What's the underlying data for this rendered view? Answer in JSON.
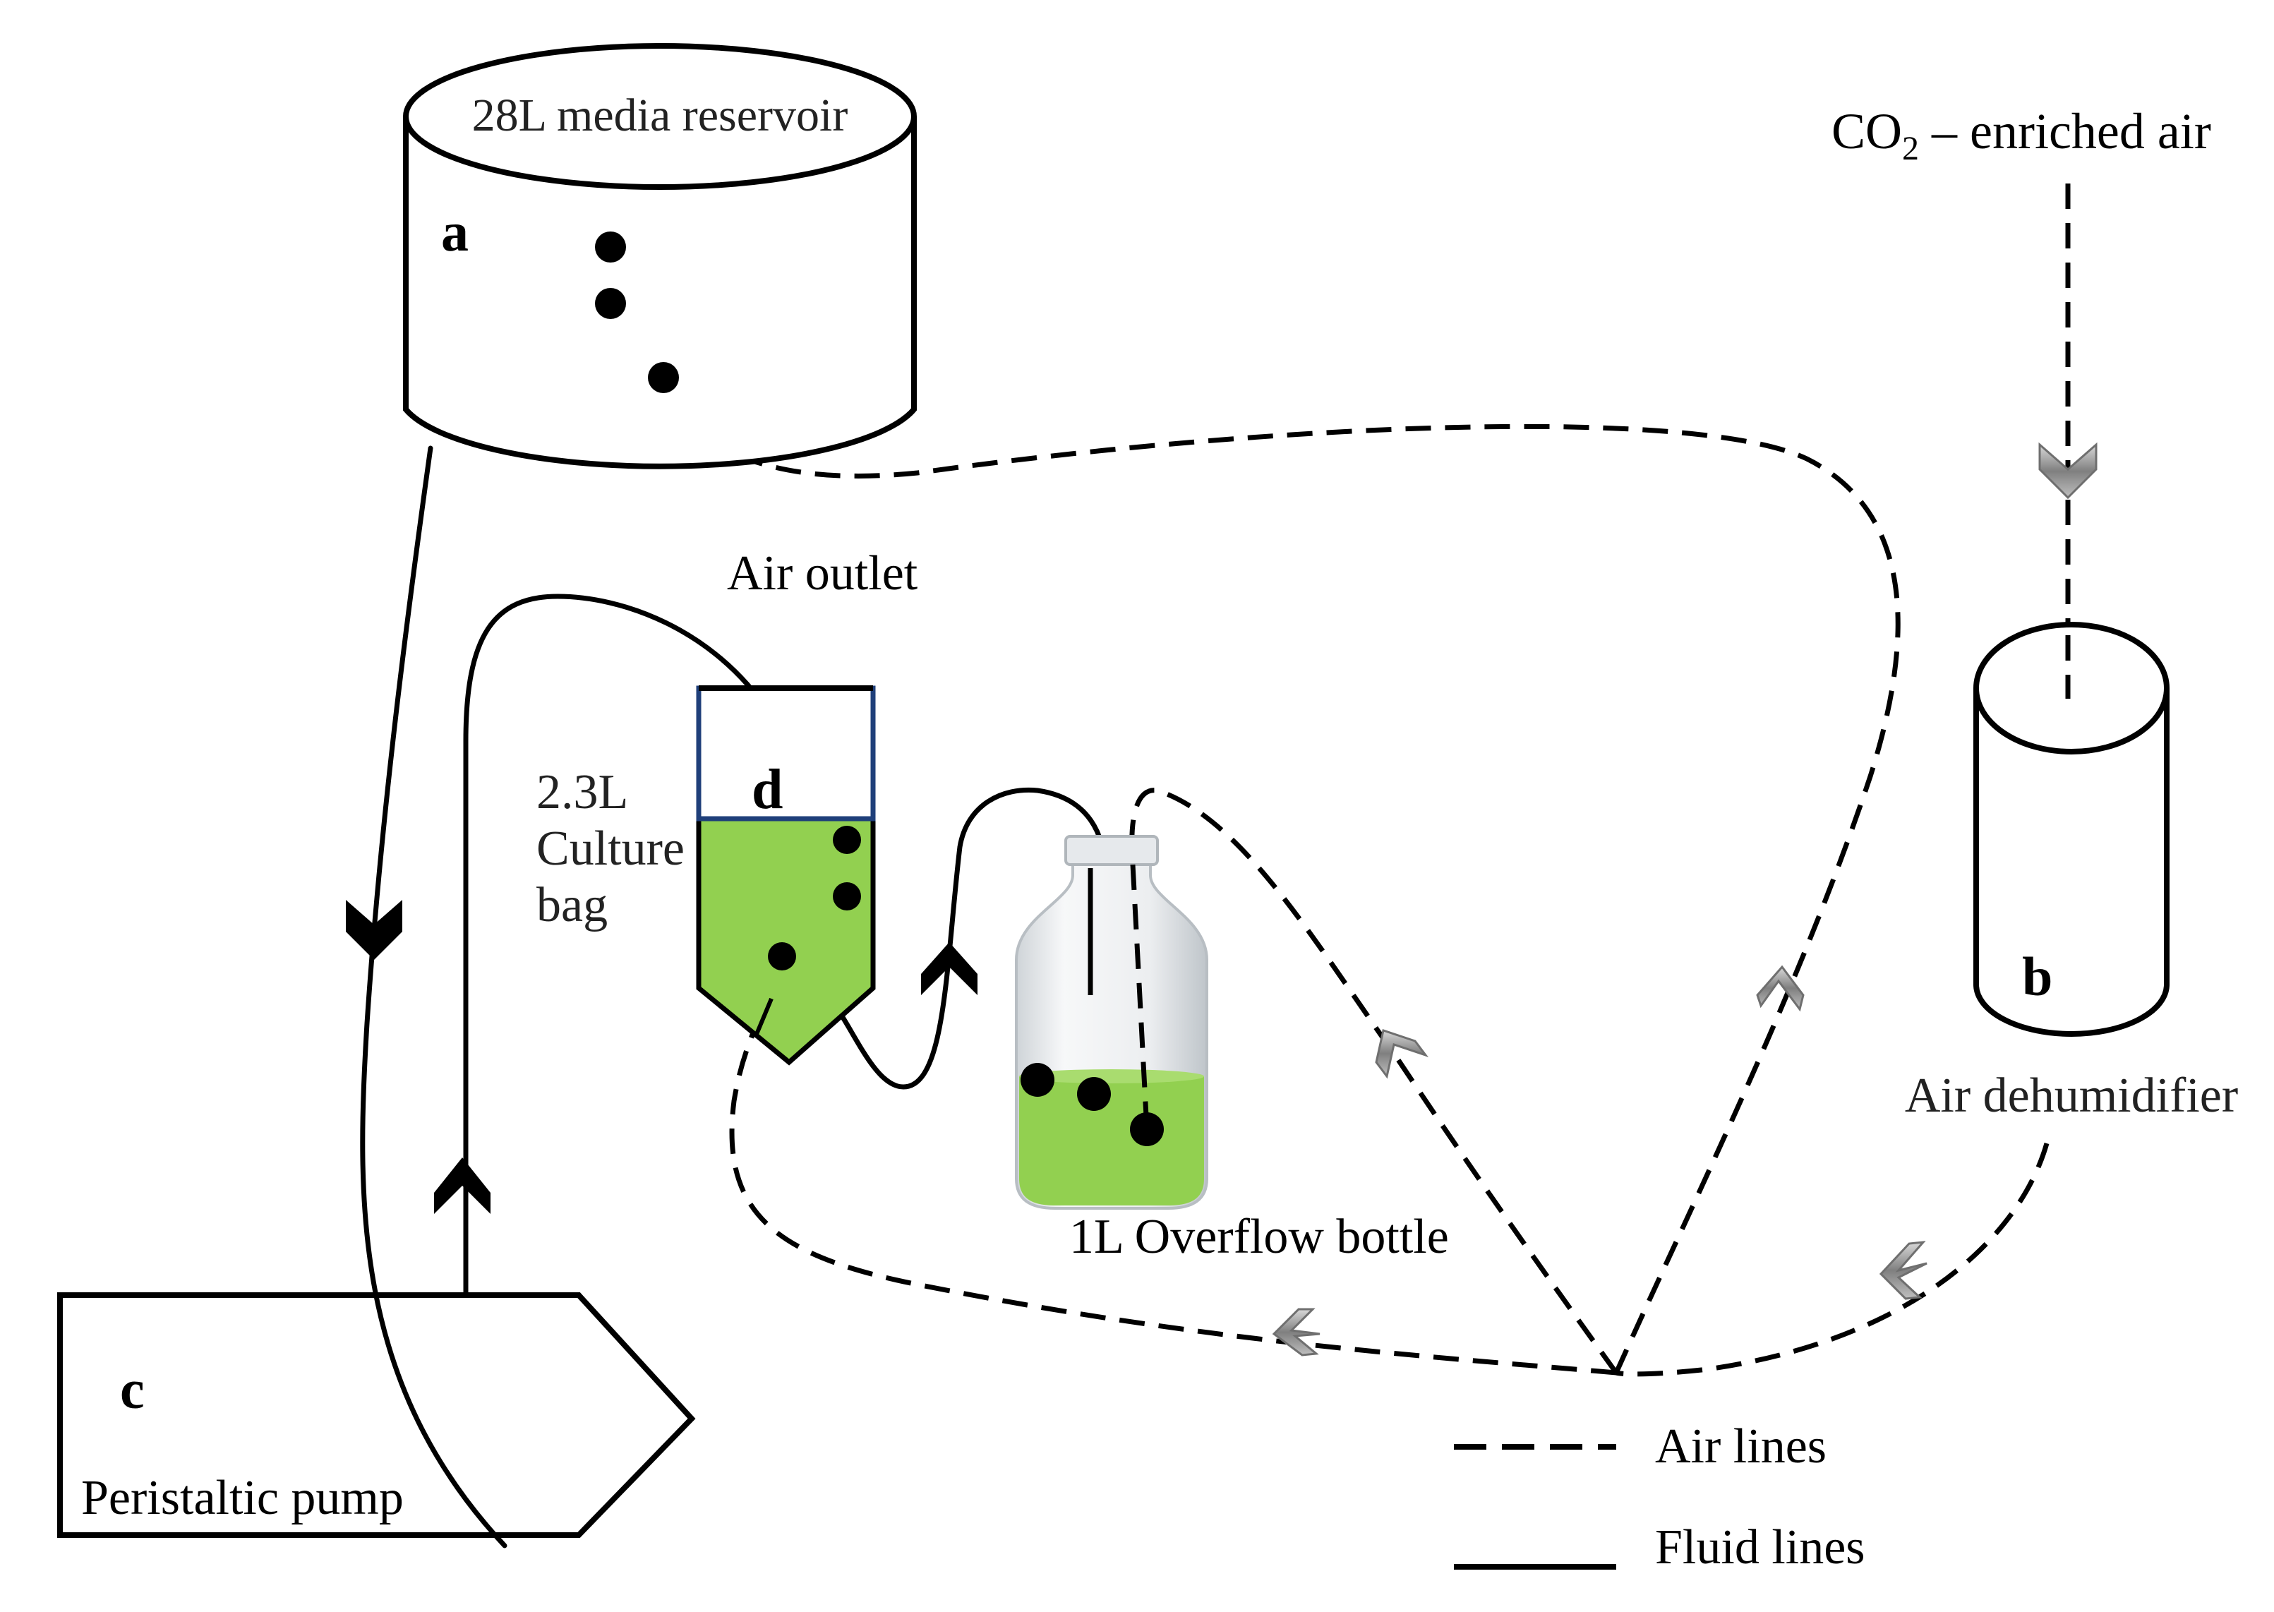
{
  "labels": {
    "reservoir": "28L media reservoir",
    "reservoir_letter": "a",
    "co2_prefix": "CO",
    "co2_sub": "2",
    "co2_suffix": " – enriched air",
    "dehumidifier_letter": "b",
    "dehumidifier": "Air dehumidifier",
    "air_outlet": "Air outlet",
    "culture_letter": "d",
    "culture_line1": "2.3L",
    "culture_line2": "Culture",
    "culture_line3": "bag",
    "overflow": "1L Overflow bottle",
    "pump_letter": "c",
    "pump": "Peristaltic pump"
  },
  "legend": {
    "air": "Air lines",
    "fluid": "Fluid lines"
  },
  "colors": {
    "culture_green": "#92d050",
    "bottle_glass": "#f2f4f5",
    "bag_top_border": "#1f3f7a",
    "arrow_gray": "#a6a6a6"
  }
}
